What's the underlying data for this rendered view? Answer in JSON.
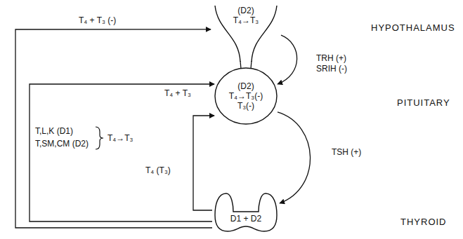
{
  "diagram": {
    "nodes": [
      {
        "text": [
          "(D2)",
          "T₄→T₃"
        ]
      },
      {
        "text": [
          "(D2)",
          "T₄→T₃(-)",
          "T₃(-)"
        ]
      },
      {
        "text": [
          "D1 + D2"
        ]
      }
    ],
    "edges": [
      {
        "from": 2,
        "to": 0,
        "label": "T₄ + T₃ (-)",
        "arrow": "to"
      },
      {
        "from": 0,
        "to": 1,
        "label": "TRH (+) SRIH (-)",
        "arrow": "to"
      },
      {
        "from": 1,
        "to": 2,
        "label": "TSH (+)",
        "arrow": "to"
      },
      {
        "from": 2,
        "to": 1,
        "label": "T₄ + T₃",
        "arrow": "to"
      },
      {
        "from": 2,
        "to": 1,
        "label": "T₄ (T₃)",
        "arrow": "to"
      }
    ],
    "labels": [
      "HYPOTHALAMUS",
      "PITUITARY",
      "T,L,K (D1)",
      "T,SM,CM (D2)",
      "T₄→T₃",
      "THYROID"
    ]
  }
}
